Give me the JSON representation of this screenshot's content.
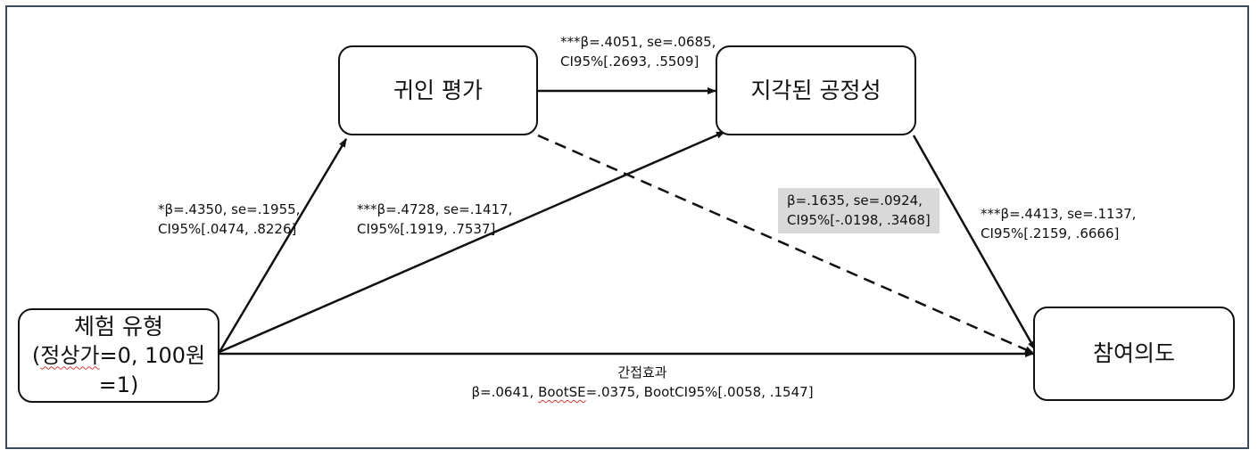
{
  "nodes": {
    "experience_type": {
      "line1": "체험 유형",
      "line2_prefix": "(",
      "line2_marked": "정상가",
      "line2_rest": "=0, 100원=1)"
    },
    "attribution": {
      "label": "귀인 평가"
    },
    "fairness": {
      "label": "지각된 공정성"
    },
    "intention": {
      "label": "참여의도"
    }
  },
  "paths": {
    "attribution_to_fairness": {
      "line1": "***β=.4051, se=.0685,",
      "line2": "CI95%[.2693, .5509]"
    },
    "type_to_attribution": {
      "line1": "*β=.4350, se=.1955,",
      "line2": "CI95%[.0474, .8226]"
    },
    "type_to_fairness": {
      "line1": "***β=.4728, se=.1417,",
      "line2": "CI95%[.1919, .7537]"
    },
    "attribution_to_intention": {
      "line1": "β=.1635, se=.0924,",
      "line2": "CI95%[-.0198, .3468]"
    },
    "fairness_to_intention": {
      "line1": "***β=.4413, se=.1137,",
      "line2": "CI95%[.2159, .6666]"
    },
    "indirect": {
      "title": "간접효과",
      "line2_prefix": "β=.0641, ",
      "line2_marked": "BootSE",
      "line2_rest": "=.0375, BootCI95%[.0058, .1547]"
    }
  },
  "colors": {
    "line": "#111111",
    "highlight": "#d9d9d9",
    "frame": "#3b4a5a",
    "spellcheck": "#d23a3a"
  }
}
